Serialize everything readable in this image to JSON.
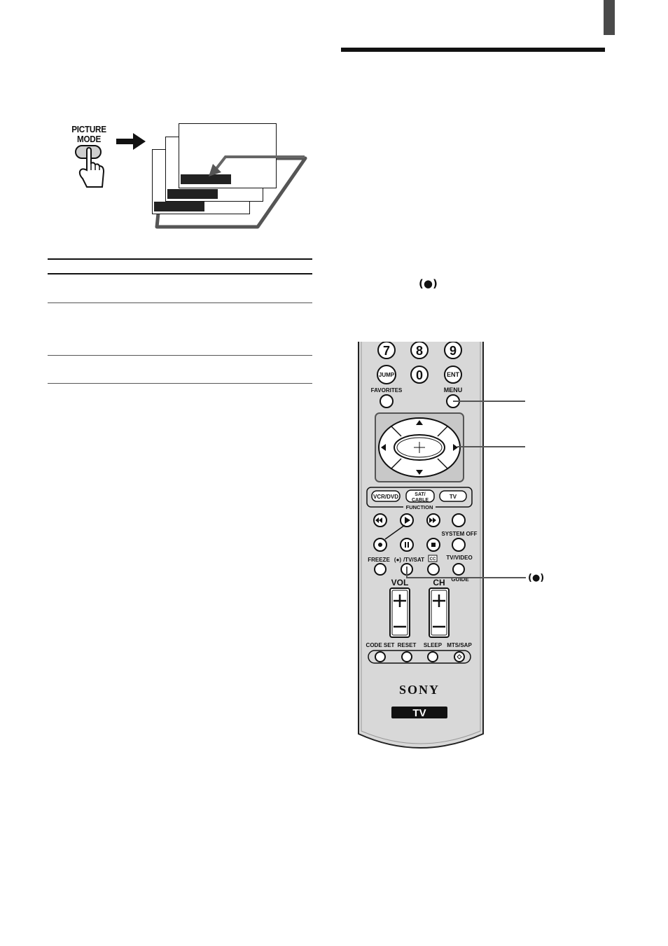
{
  "picture_mode_illustration": {
    "button_label_line1": "PICTURE",
    "button_label_line2": "MODE"
  },
  "remote": {
    "number_keys": [
      "7",
      "8",
      "9",
      "0"
    ],
    "jump_label": "JUMP",
    "ent_label": "ENT",
    "favorites_label": "FAVORITES",
    "menu_label": "MENU",
    "function_buttons": [
      "VCR/DVD",
      "SAT/",
      "CABLE",
      "TV"
    ],
    "function_label": "FUNCTION",
    "system_off_label": "SYSTEM OFF",
    "freeze_label": "FREEZE",
    "tv_sat_label": "/TV/SAT",
    "cc_label": "CC",
    "tv_video_label": "TV/VIDEO",
    "guide_label": "GUIDE",
    "vol_label": "VOL",
    "ch_label": "CH",
    "bottom_row": [
      "CODE SET",
      "RESET",
      "SLEEP",
      "MTS/SAP"
    ],
    "brand": "SONY",
    "tv_badge": "TV"
  },
  "callouts": {
    "tv_sat_symbol": "(●)",
    "inline_symbol": "(●)"
  }
}
